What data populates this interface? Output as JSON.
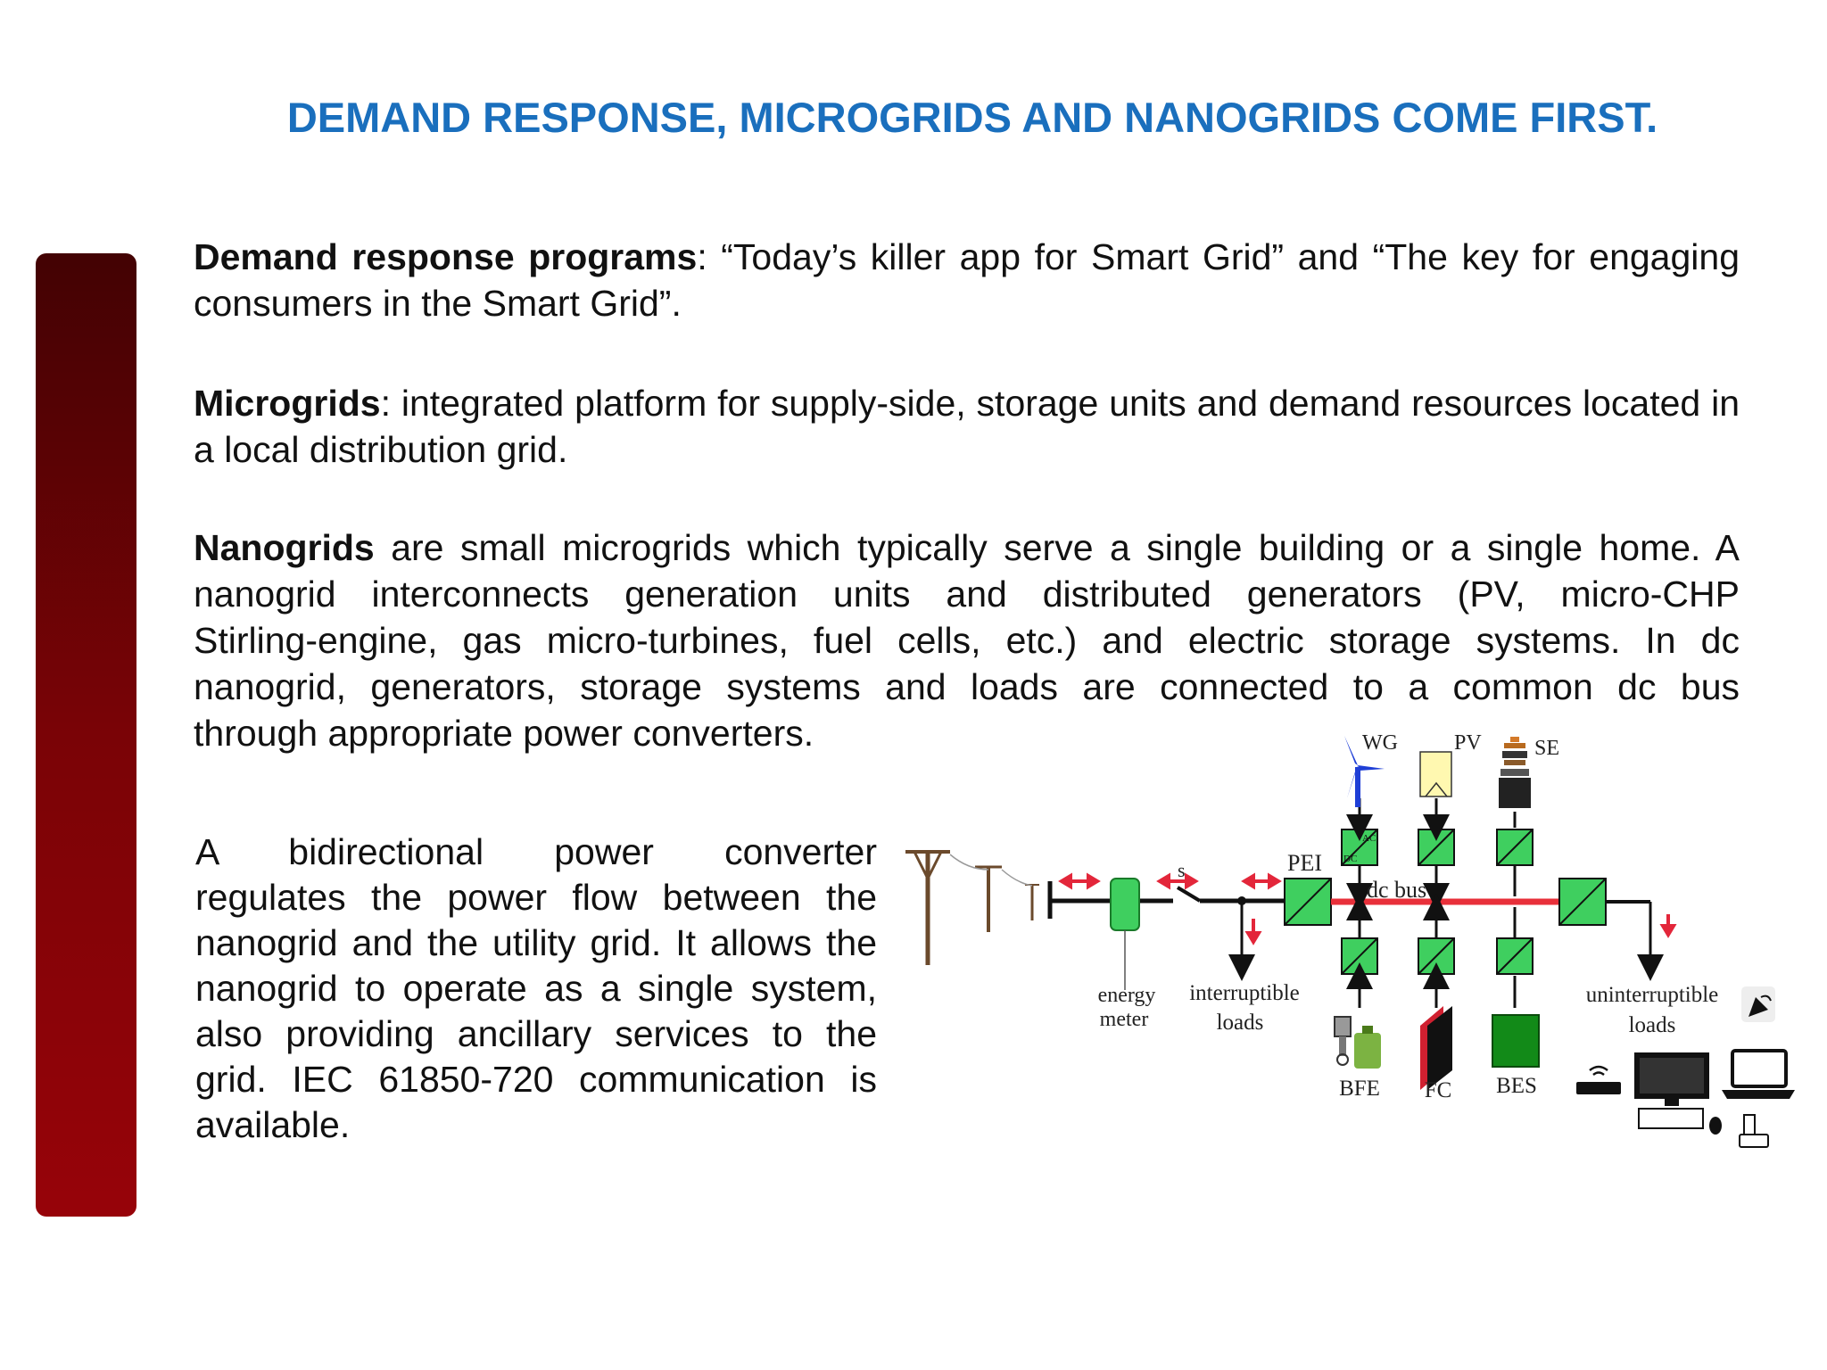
{
  "slide": {
    "title": "DEMAND RESPONSE, MICROGRIDS AND NANOGRIDS COME FIRST.",
    "paragraphs": {
      "demand_response": {
        "term": "Demand response programs",
        "text": ": “Today’s killer app for Smart Grid” and “The key for engaging consumers in the Smart Grid”."
      },
      "microgrids": {
        "term": "Microgrids",
        "text": ": integrated platform for supply-side, storage units and demand resources located in a local distribution grid."
      },
      "nanogrids": {
        "term": "Nanogrids",
        "line1": " are small microgrids which typically serve a single building or a single home. A",
        "line2": "nanogrid interconnects generation units and distributed generators (PV, micro-CHP",
        "line3": "Stirling-engine, gas micro-turbines, fuel cells, etc.) and electric storage systems. In dc",
        "line4": "nanogrid, generators, storage systems and loads are connected to a common dc bus",
        "line5": "through appropriate power converters."
      },
      "converter": {
        "line1": "A bidirectional power converter",
        "line2": "regulates the power flow between the",
        "line3": "nanogrid and the utility grid. It allows the",
        "line4": "nanogrid to operate as a single system,",
        "line5": "also providing ancillary services to the",
        "line6": "grid. IEC 61850-720 communication is",
        "line7": "available."
      }
    }
  },
  "diagram": {
    "labels": {
      "wg": "WG",
      "pv": "PV",
      "se": "SE",
      "pei": "PEI",
      "s": "s",
      "dc_bus": "dc bus",
      "energy_meter_1": "energy",
      "energy_meter_2": "meter",
      "interruptible_1": "interruptible",
      "interruptible_2": "loads",
      "uninterruptible_1": "uninterruptible",
      "uninterruptible_2": "loads",
      "bfe": "BFE",
      "fc": "FC",
      "bes": "BES"
    },
    "converter_text": {
      "ac": "AC",
      "dc": "DC"
    },
    "colors": {
      "converter_fill": "#3fcf5f",
      "bus_red": "#e8303a",
      "arrow_red": "#e3263a",
      "wind_blue": "#1f3fd6",
      "pv_yellow": "#fff8b0",
      "battery_green": "#128a18"
    }
  }
}
